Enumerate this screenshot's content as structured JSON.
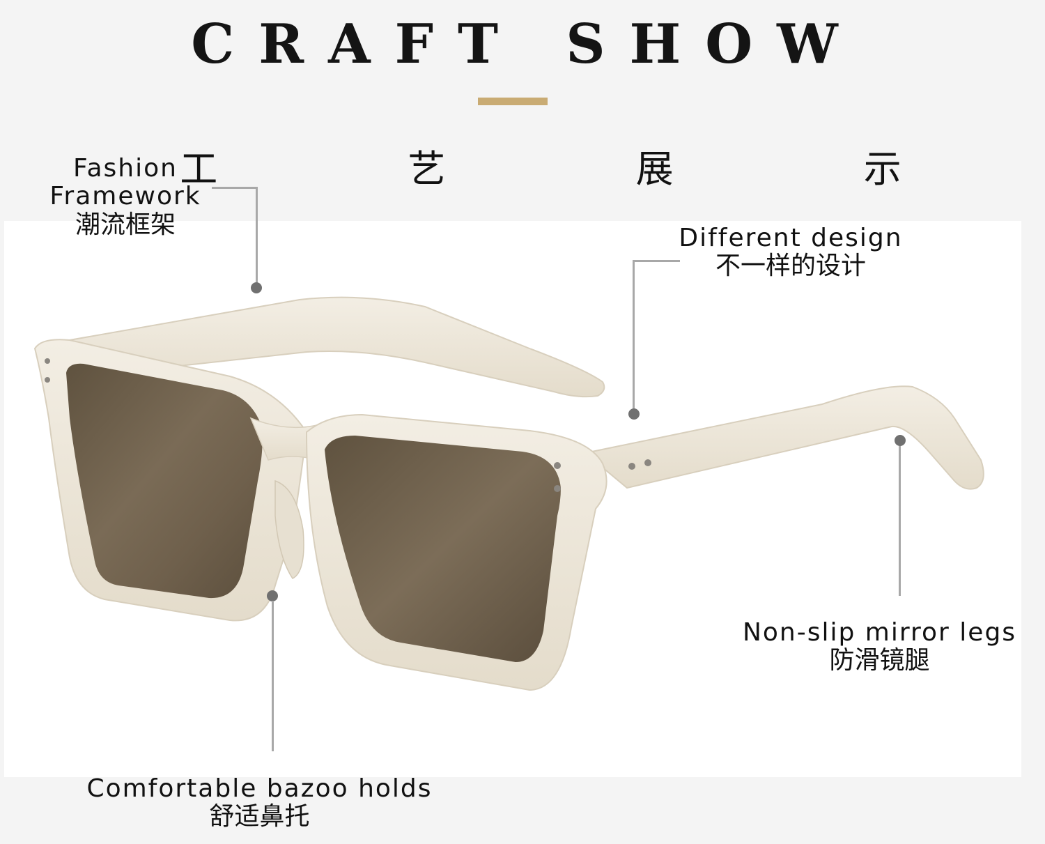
{
  "header": {
    "title": "CRAFT SHOW",
    "subtitle": "工 艺 展 示"
  },
  "callouts": {
    "fashion_framework": {
      "en": "Fashion",
      "en2": "Framework",
      "cn": "潮流框架"
    },
    "different_design": {
      "en": "Different design",
      "cn": "不一样的设计"
    },
    "non_slip_legs": {
      "en": "Non-slip mirror legs",
      "cn": "防滑镜腿"
    },
    "bazoo_holds": {
      "en": "Comfortable bazoo holds",
      "cn": "舒适鼻托"
    }
  },
  "colors": {
    "background": "#f4f4f4",
    "panel": "#ffffff",
    "accent_rule": "#c9ab73",
    "frame": "#ede6d8",
    "lens": "#6e5f4b"
  }
}
